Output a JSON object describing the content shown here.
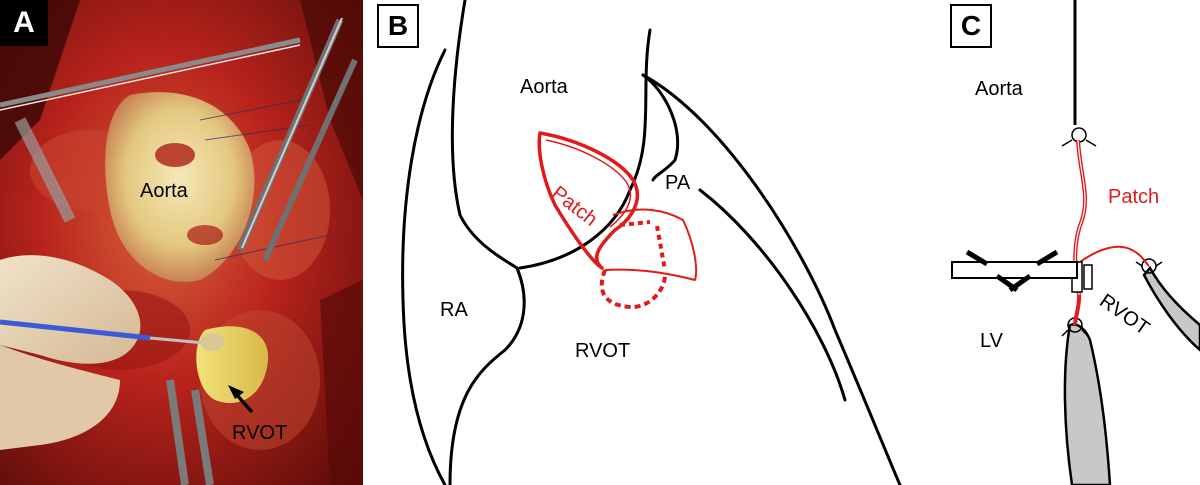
{
  "panel_a": {
    "letter": "A",
    "labels": {
      "aorta": "Aorta",
      "rvot": "RVOT"
    }
  },
  "panel_b": {
    "letter": "B",
    "labels": {
      "aorta": "Aorta",
      "pa": "PA",
      "patch": "Patch",
      "ra": "RA",
      "rvot": "RVOT"
    }
  },
  "panel_c": {
    "letter": "C",
    "labels": {
      "aorta": "Aorta",
      "patch": "Patch",
      "lv": "LV",
      "rvot": "RVOT"
    }
  },
  "colors": {
    "outline": "#000000",
    "patch_red": "#e01b1b",
    "tissue_gray": "#c8c8c8",
    "photo_tissue": "#b8231c",
    "photo_yellow": "#e8d060"
  }
}
